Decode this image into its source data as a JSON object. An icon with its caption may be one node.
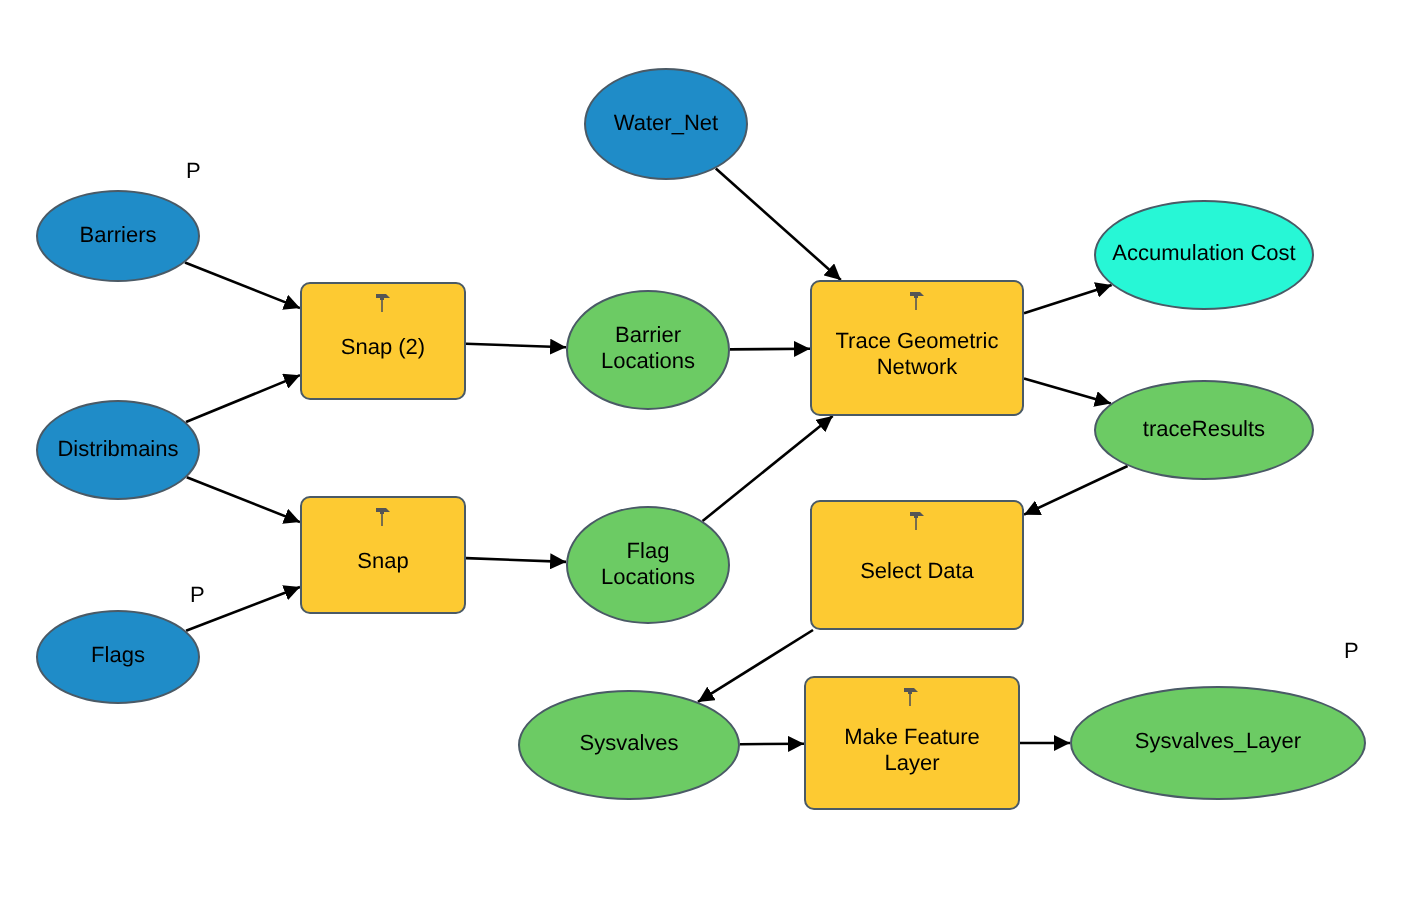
{
  "diagram": {
    "nodes": [
      {
        "text": [
          "Barriers"
        ],
        "beside": [
          "P"
        ]
      },
      {
        "text": [
          "Distribmains"
        ]
      },
      {
        "text": [
          "Flags"
        ],
        "beside": [
          "P"
        ]
      },
      {
        "text": [
          "Snap (2)"
        ]
      },
      {
        "text": [
          "Snap"
        ]
      },
      {
        "text": [
          "Barrier Locations"
        ]
      },
      {
        "text": [
          "Flag Locations"
        ]
      },
      {
        "text": [
          "Water_Net"
        ]
      },
      {
        "text": [
          "Trace Geometric Network"
        ]
      },
      {
        "text": [
          "Accumulation Cost"
        ]
      },
      {
        "text": [
          "traceResults"
        ]
      },
      {
        "text": [
          "Select Data"
        ]
      },
      {
        "text": [
          "Sysvalves"
        ]
      },
      {
        "text": [
          "Make Feature Layer"
        ]
      },
      {
        "text": [
          "Sysvalves_Layer"
        ],
        "beside": [
          "P"
        ]
      }
    ],
    "edges": [
      {
        "from": 0,
        "to": 3,
        "arrow": "to"
      },
      {
        "from": 1,
        "to": 3,
        "arrow": "to"
      },
      {
        "from": 1,
        "to": 4,
        "arrow": "to"
      },
      {
        "from": 2,
        "to": 4,
        "arrow": "to"
      },
      {
        "from": 3,
        "to": 5,
        "arrow": "to"
      },
      {
        "from": 4,
        "to": 6,
        "arrow": "to"
      },
      {
        "from": 5,
        "to": 8,
        "arrow": "to"
      },
      {
        "from": 6,
        "to": 8,
        "arrow": "to"
      },
      {
        "from": 7,
        "to": 8,
        "arrow": "to"
      },
      {
        "from": 8,
        "to": 9,
        "arrow": "to"
      },
      {
        "from": 8,
        "to": 10,
        "arrow": "to"
      },
      {
        "from": 10,
        "to": 11,
        "arrow": "to"
      },
      {
        "from": 11,
        "to": 12,
        "arrow": "to"
      },
      {
        "from": 12,
        "to": 13,
        "arrow": "to"
      },
      {
        "from": 13,
        "to": 14,
        "arrow": "to"
      }
    ]
  }
}
